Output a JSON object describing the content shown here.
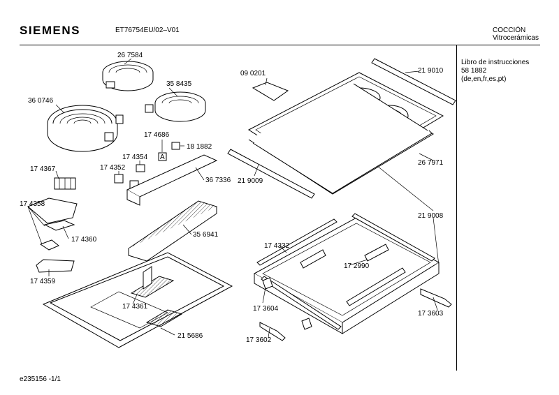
{
  "header": {
    "brand": "SIEMENS",
    "model": "ET76754EU/02–V01",
    "category_line1": "COCCIÓN",
    "category_line2": "Vitrocerámicas"
  },
  "sidebar": {
    "manual_title": "Libro de instrucciones",
    "manual_number": "58 1882",
    "manual_languages": "(de,en,fr,es,pt)"
  },
  "footer": {
    "doc_id": "e235156 -1/1"
  },
  "parts": [
    {
      "id": "p267584",
      "label": "26 7584"
    },
    {
      "id": "p358435",
      "label": "35 8435"
    },
    {
      "id": "p360746",
      "label": "36 0746"
    },
    {
      "id": "p174686",
      "label": "17 4686"
    },
    {
      "id": "p181882",
      "label": "18 1882"
    },
    {
      "id": "p174354",
      "label": "17 4354"
    },
    {
      "id": "p174352",
      "label": "17 4352"
    },
    {
      "id": "p174367",
      "label": "17 4367"
    },
    {
      "id": "p367336",
      "label": "36 7336"
    },
    {
      "id": "p174358",
      "label": "17 4358"
    },
    {
      "id": "p174360",
      "label": "17 4360"
    },
    {
      "id": "p356941",
      "label": "35 6941"
    },
    {
      "id": "p174359",
      "label": "17 4359"
    },
    {
      "id": "p174361",
      "label": "17 4361"
    },
    {
      "id": "p215686",
      "label": "21 5686"
    },
    {
      "id": "p090201",
      "label": "09 0201"
    },
    {
      "id": "p219010",
      "label": "21 9010"
    },
    {
      "id": "p267971",
      "label": "26 7971"
    },
    {
      "id": "p219009",
      "label": "21 9009"
    },
    {
      "id": "p219008",
      "label": "21 9008"
    },
    {
      "id": "p174332",
      "label": "17 4332"
    },
    {
      "id": "p172990",
      "label": "17 2990"
    },
    {
      "id": "p173604",
      "label": "17 3604"
    },
    {
      "id": "p173603",
      "label": "17 3603"
    },
    {
      "id": "p173602",
      "label": "17 3602"
    }
  ],
  "box_marks": {
    "a": "A"
  }
}
